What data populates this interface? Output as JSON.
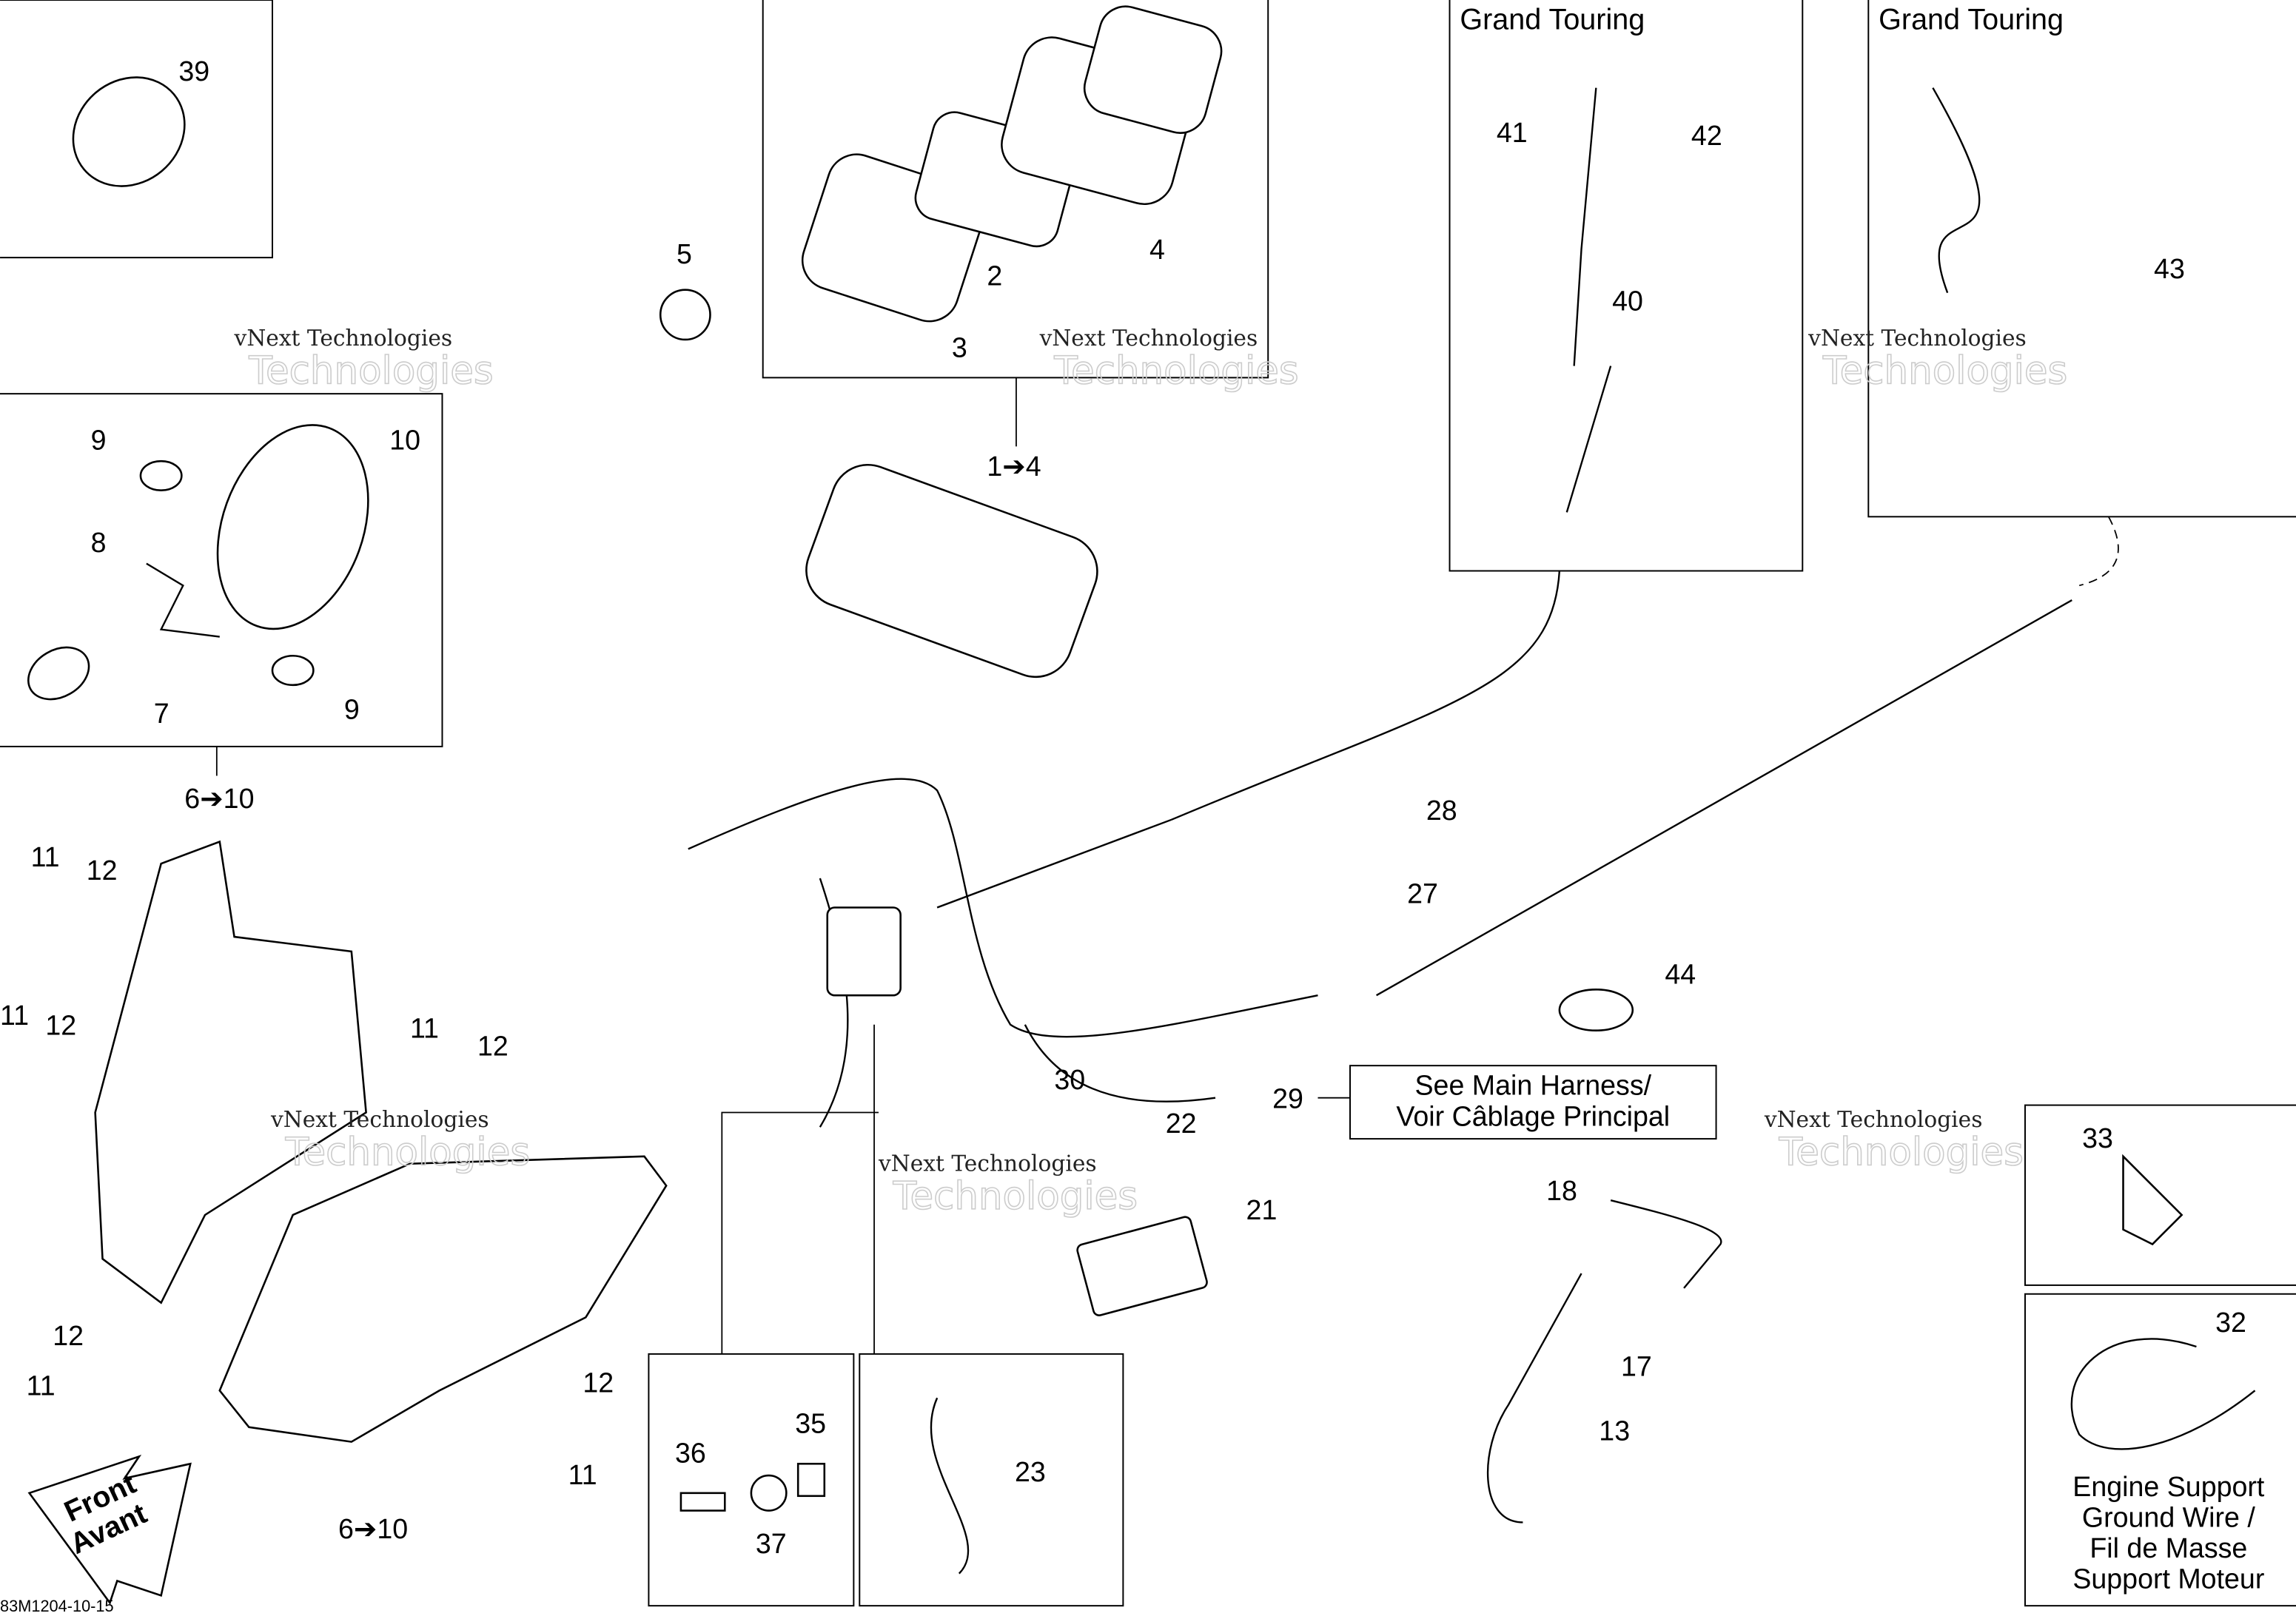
{
  "diagram_code": "83M1204-10-15",
  "insets": {
    "grand_touring_1": "Grand Touring",
    "grand_touring_2": "Grand Touring",
    "engine_ground": [
      "Engine Support",
      "Ground Wire /",
      "Fil de Masse",
      "Support Moteur"
    ]
  },
  "callout_note": [
    "See Main Harness/",
    "Voir Câblage Principal"
  ],
  "front_arrow": [
    "Front",
    "Avant"
  ],
  "watermark": [
    "vNext Technologies",
    "Technologies"
  ],
  "part_labels": [
    "39",
    "5",
    "2",
    "4",
    "3",
    "1➔4",
    "9",
    "10",
    "8",
    "7",
    "9",
    "6➔10",
    "11",
    "12",
    "11",
    "12",
    "11",
    "12",
    "12",
    "11",
    "12",
    "11",
    "6➔10",
    "41",
    "42",
    "40",
    "43",
    "28",
    "27",
    "44",
    "29",
    "30",
    "22",
    "21",
    "18",
    "17",
    "13",
    "33",
    "32",
    "36",
    "35",
    "37",
    "23"
  ]
}
